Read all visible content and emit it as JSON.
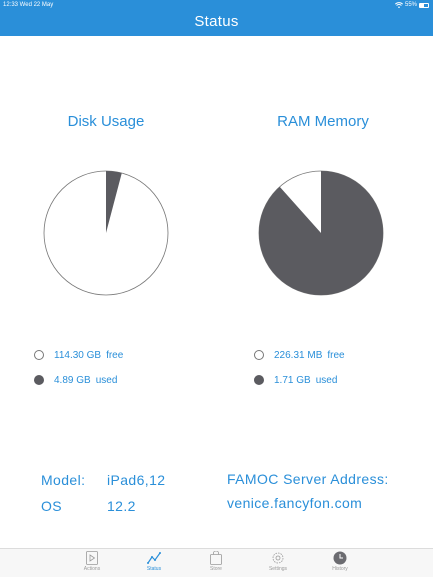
{
  "status_bar": {
    "time_date": "12:33  Wed 22 May",
    "battery_text": "55%",
    "battery_level": 0.55
  },
  "header": {
    "title": "Status"
  },
  "disk": {
    "title": "Disk Usage",
    "free_value": "114.30 GB",
    "free_label": "free",
    "used_value": "4.89 GB",
    "used_label": "used",
    "used_fraction": 0.041
  },
  "ram": {
    "title": "RAM Memory",
    "free_value": "226.31 MB",
    "free_label": "free",
    "used_value": "1.71 GB",
    "used_label": "used",
    "used_fraction": 0.884
  },
  "device": {
    "model_label": "Model:",
    "model_value": "iPad6,12",
    "os_label": "OS",
    "os_value": "12.2"
  },
  "server": {
    "label": "FAMOC Server Address:",
    "address": "venice.fancyfon.com"
  },
  "tabs": [
    {
      "label": "Actions",
      "icon": "play-icon"
    },
    {
      "label": "Status",
      "icon": "chart-line-icon"
    },
    {
      "label": "Store",
      "icon": "bag-icon"
    },
    {
      "label": "Settings",
      "icon": "gear-icon"
    },
    {
      "label": "History",
      "icon": "clock-icon"
    }
  ],
  "colors": {
    "accent": "#2a8fd9",
    "used": "#5b5b60",
    "pie_outline": "#777777"
  }
}
